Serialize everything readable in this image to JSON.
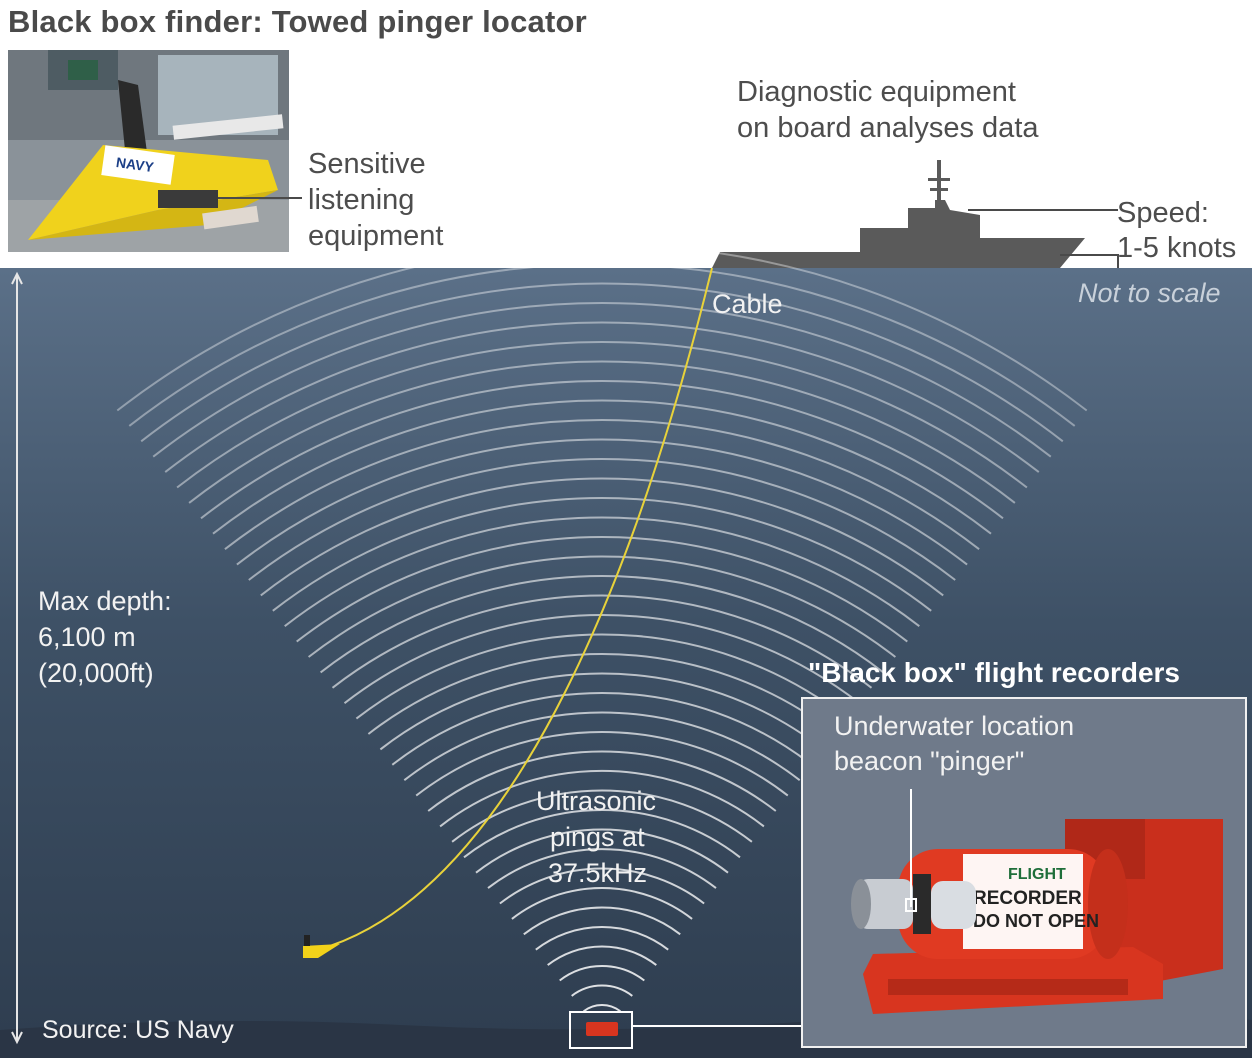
{
  "title": "Black box finder: Towed pinger locator",
  "labels": {
    "sensitive": [
      "Sensitive",
      "listening",
      "equipment"
    ],
    "diagnostic": [
      "Diagnostic equipment",
      "on board analyses data"
    ],
    "speed": [
      "Speed:",
      "1-5 knots"
    ],
    "not_to_scale": "Not to scale",
    "cable": "Cable",
    "max_depth": [
      "Max depth:",
      "6,100 m",
      "(20,000ft)"
    ],
    "pings": [
      "Ultrasonic",
      "pings at",
      "37.5kHz"
    ],
    "recorders_title": "\"Black box\" flight recorders",
    "beacon": [
      "Underwater location",
      "beacon \"pinger\""
    ],
    "recorder_text": [
      "FLIGHT",
      "RECORDER",
      "DO NOT OPEN"
    ],
    "navy_text": "NAVY",
    "source": "Source: US Navy"
  },
  "colors": {
    "ocean_top": "#5b7088",
    "ocean_bottom": "#2e3d4f",
    "cable": "#e8d23a",
    "locator": "#f2d21a",
    "ship": "#5a5a5a",
    "recorder": "#d8351f",
    "waves": "#ffffff"
  }
}
